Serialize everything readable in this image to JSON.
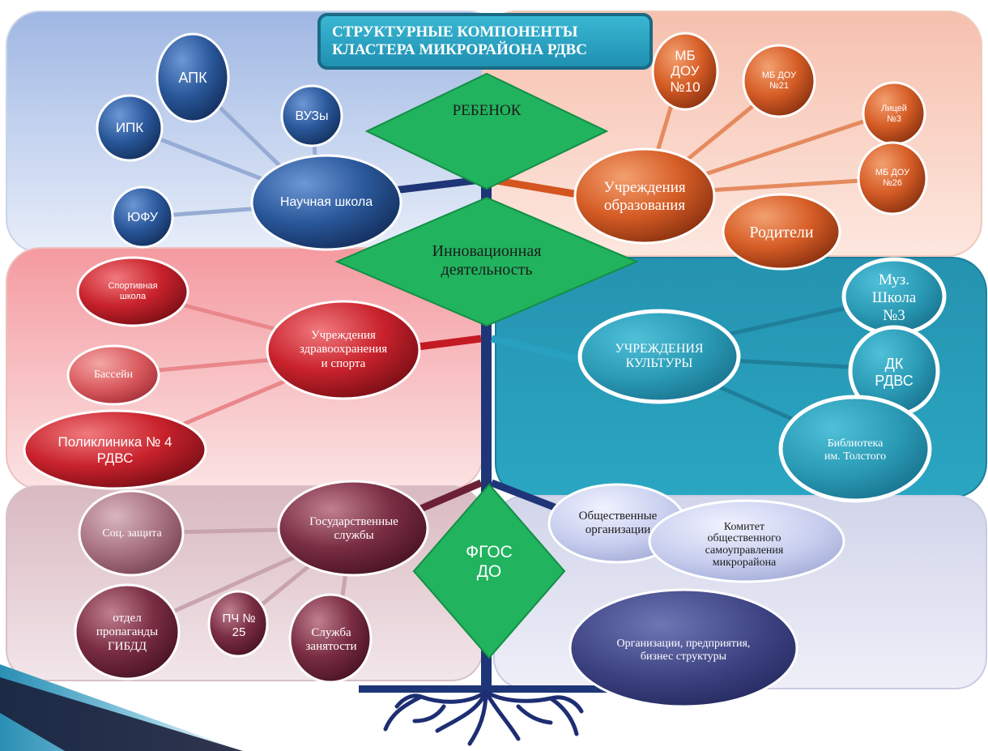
{
  "title": "СТРУКТУРНЫЕ  КОМПОНЕНТЫ\nКЛАСТЕРА    МИКРОРАЙОНА  РДВС",
  "center_nodes": {
    "child": "РЕБЕНОК",
    "innovation": "Инновационная\nдеятельность",
    "fgos": "ФГОС\nДО"
  },
  "science": {
    "hub": "Научная школа",
    "apk": "АПК",
    "ipk": "ИПК",
    "vuzy": "ВУЗы",
    "yufu": "ЮФУ"
  },
  "education": {
    "hub": "Учреждения\nобразования",
    "dou10": "МБ\nДОУ\n№10",
    "dou21": "МБ ДОУ\n№21",
    "lyceum3": "Лицей\n№3",
    "dou26": "МБ ДОУ\n№26",
    "parents": "Родители"
  },
  "health": {
    "hub": "Учреждения\nздравоохранения\nи спорта",
    "sport_school": "Спортивная\nшкола",
    "pool": "Бассейн",
    "clinic": "Поликлиника № 4\nРДВС"
  },
  "culture": {
    "hub": "УЧРЕЖДЕНИЯ\nКУЛЬТУРЫ",
    "music_school": "Муз.\nШкола\n№3",
    "dk": "ДК\nРДВС",
    "library": "Библиотека\nим. Толстого"
  },
  "government": {
    "hub": "Государственные\nслужбы",
    "social": "Соц. защита",
    "gibdd": "отдел\nпропаганды\nГИБДД",
    "fire": "ПЧ №\n25",
    "employment": "Служба\nзанятости"
  },
  "public": {
    "public_orgs": "Общественные\nорганизации",
    "committee": "Комитет\nобщественного\nсамоуправления\nмикрорайона",
    "business": "Организации, предприятия,\nбизнес структуры"
  },
  "colors": {
    "science": "#24508f",
    "education": "#cf5a24",
    "health": "#c2202a",
    "culture": "#2a9cb8",
    "government": "#74293d",
    "public": "#c5cbea",
    "business": "#353a6e",
    "center": "#21b35e",
    "trunk": "#1e3577"
  }
}
